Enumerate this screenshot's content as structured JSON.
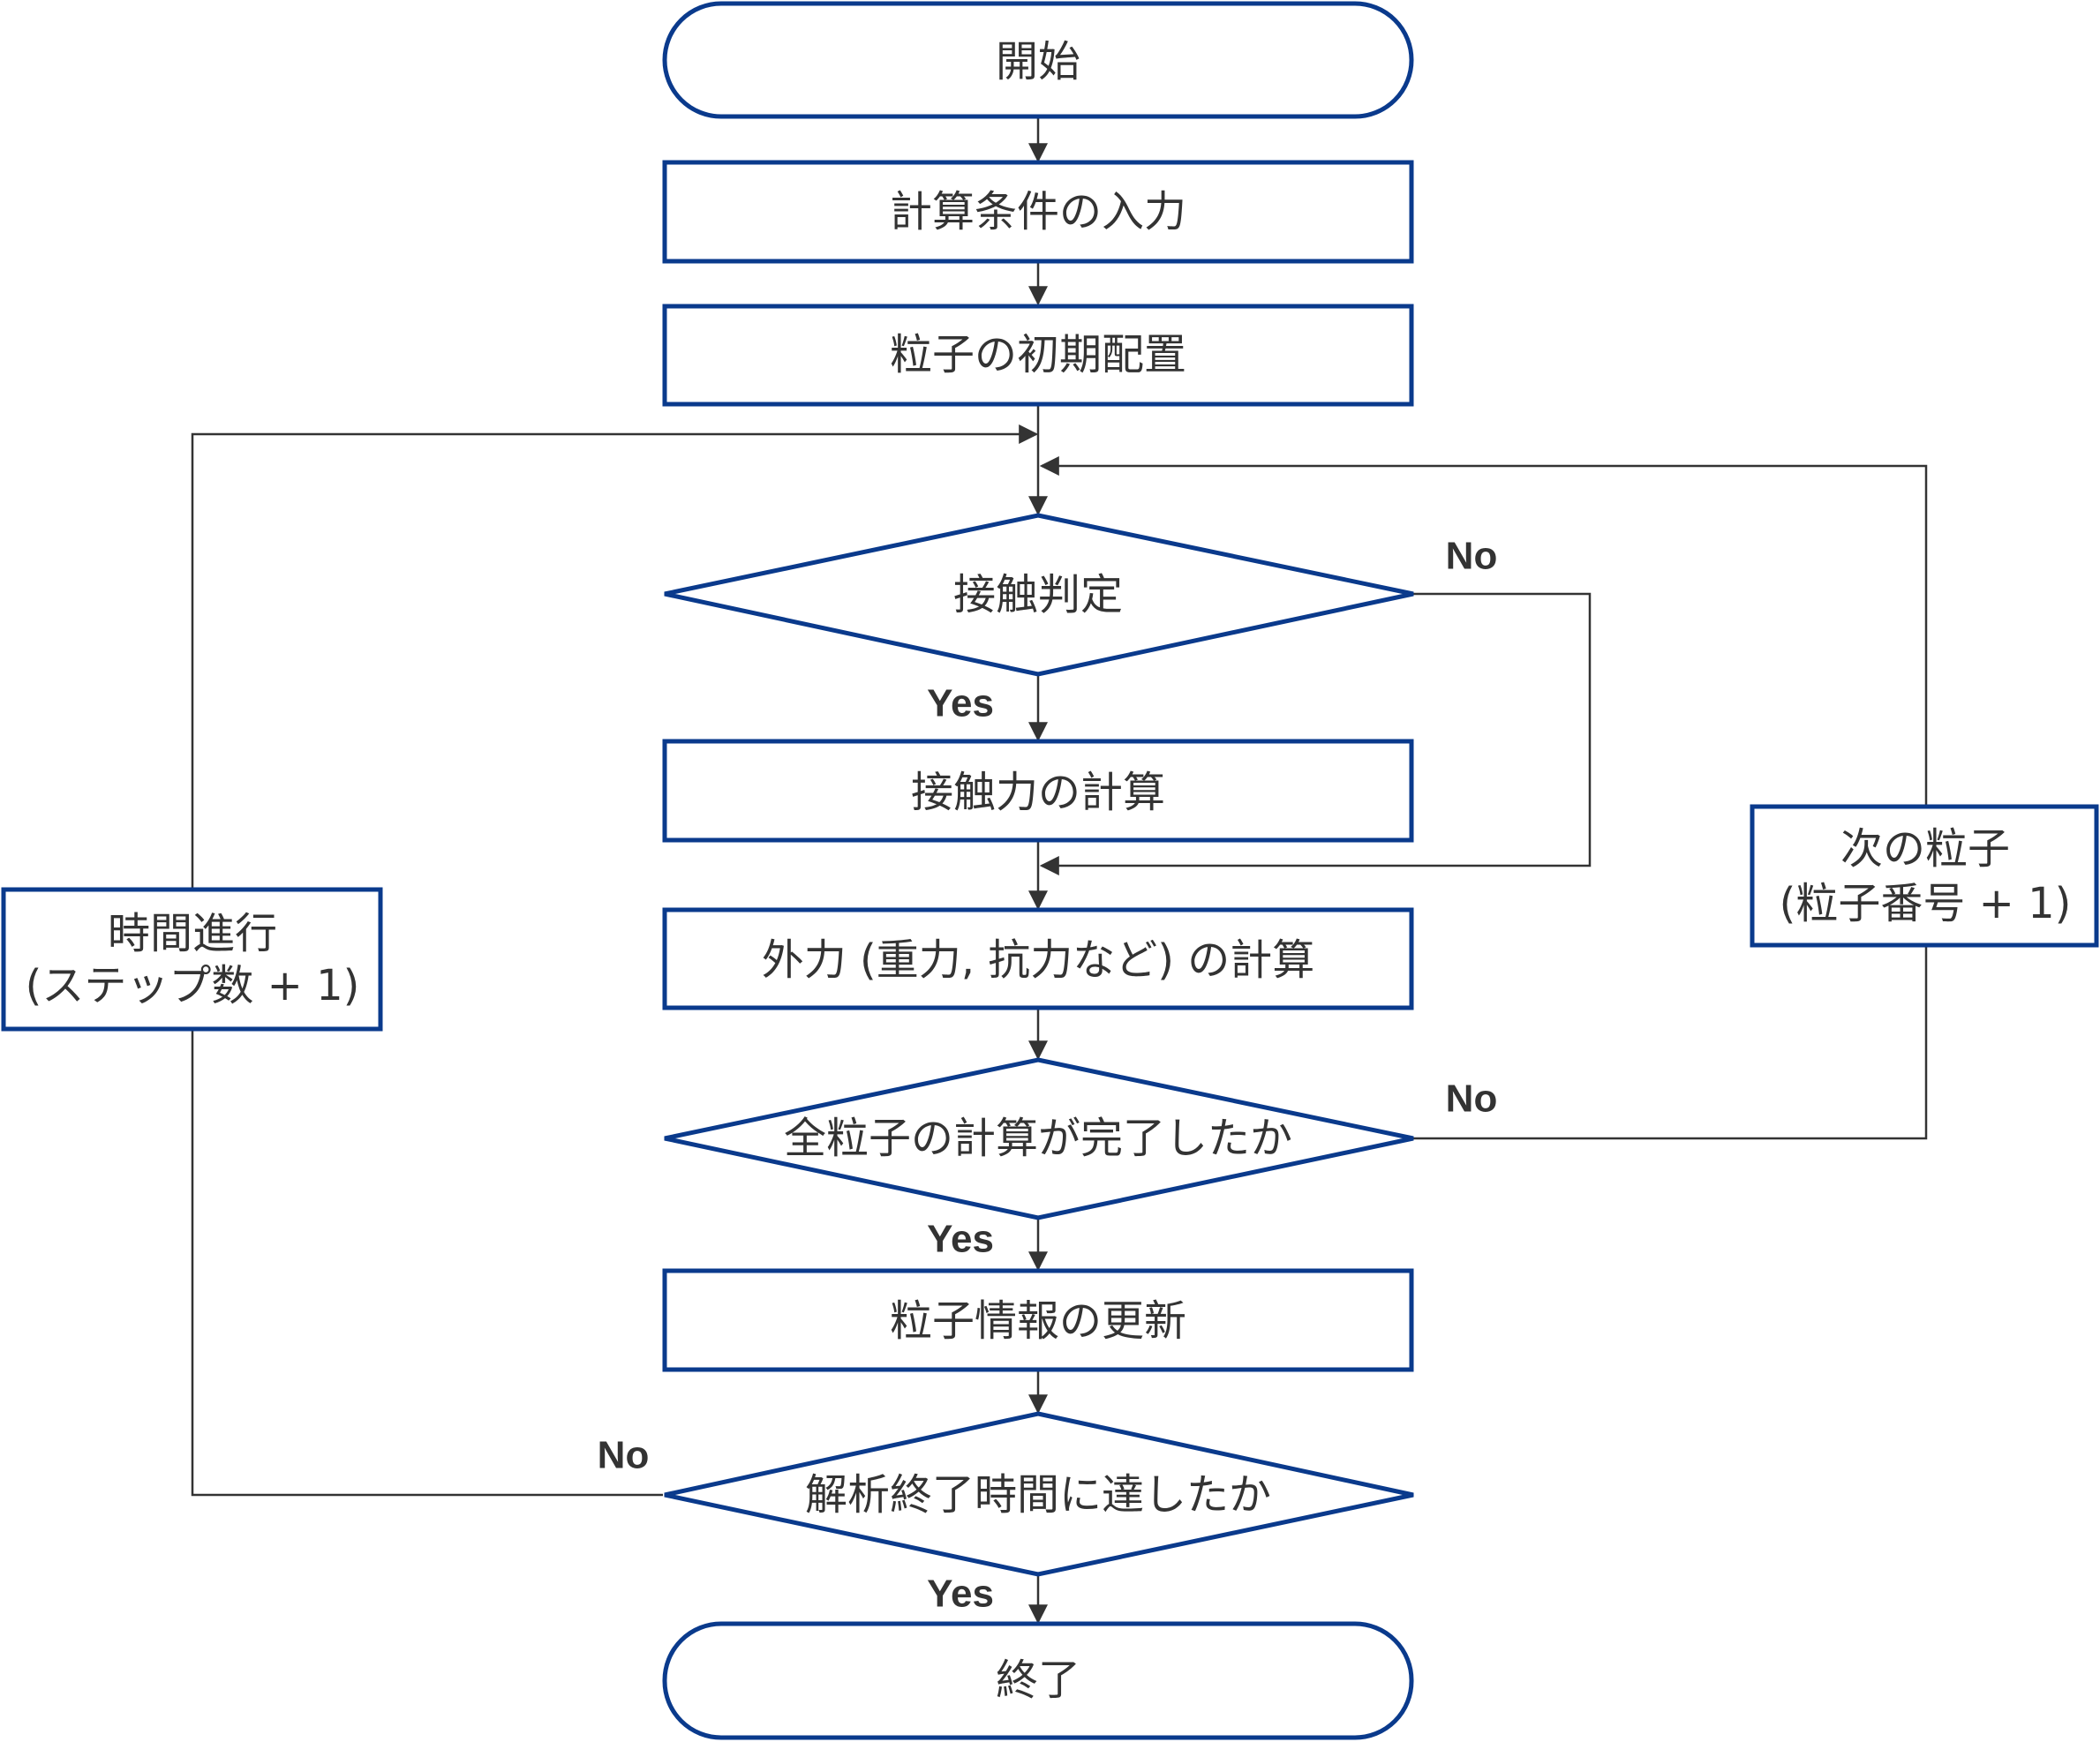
{
  "colors": {
    "node_border": "#0a3a8c",
    "connector": "#333333",
    "text": "#333333",
    "background": "#ffffff"
  },
  "nodes": {
    "start": "開始",
    "input": "計算条件の入力",
    "init": "粒子の初期配置",
    "contact_check": "接触判定",
    "contact_force": "接触力の計算",
    "external_force": "外力 (重力, 抗力など) の計算",
    "all_particles_done": "全粒子の計算が完了したか",
    "update": "粒子情報の更新",
    "time_end_reached": "解析終了時間に達したか",
    "end": "終了",
    "time_advance": {
      "line1": "時間進行",
      "line2": "(ステップ数 + 1)"
    },
    "next_particle": {
      "line1": "次の粒子",
      "line2": "(粒子番号 + 1)"
    }
  },
  "edge_labels": {
    "contact_no": "No",
    "contact_yes": "Yes",
    "all_done_no": "No",
    "all_done_yes": "Yes",
    "time_end_no": "No",
    "time_end_yes": "Yes"
  }
}
